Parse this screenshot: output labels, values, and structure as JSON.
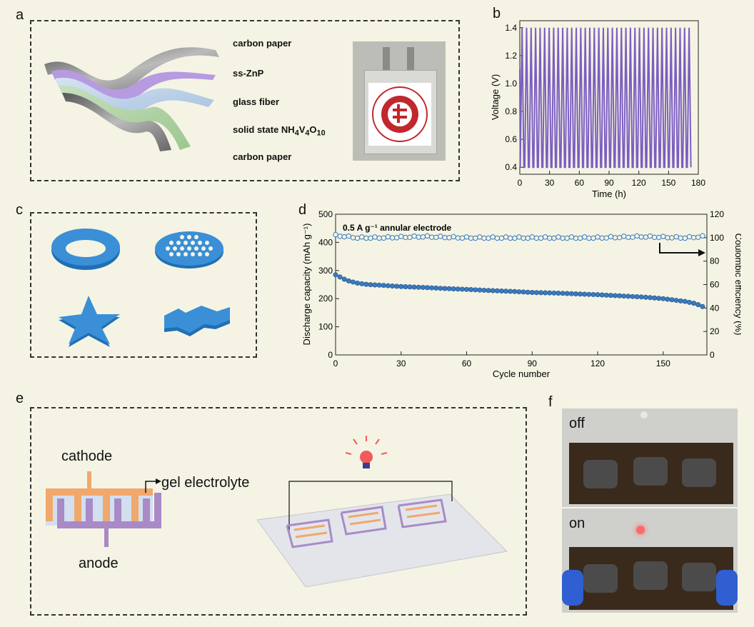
{
  "panels": {
    "a": "a",
    "b": "b",
    "c": "c",
    "d": "d",
    "e": "e",
    "f": "f"
  },
  "panel_a": {
    "layers": [
      "carbon paper",
      "ss-ZnP",
      "glass fiber",
      "solid state NH4V4O10",
      "carbon paper"
    ],
    "solid_state_prefix": "solid state NH",
    "solid_state_sub1": "4",
    "solid_state_mid": "V",
    "solid_state_sub2": "4",
    "solid_state_mid2": "O",
    "solid_state_sub3": "10"
  },
  "panel_e": {
    "cathode_label": "cathode",
    "anode_label": "anode",
    "electrolyte_label": "gel electrolyte"
  },
  "panel_f": {
    "off_label": "off",
    "on_label": "on"
  },
  "chart_data": [
    {
      "type": "line",
      "panel": "b",
      "xlabel": "Time (h)",
      "ylabel": "Voltage (V)",
      "xlim": [
        0,
        180
      ],
      "ylim": [
        0.35,
        1.45
      ],
      "xticks": [
        0,
        30,
        60,
        90,
        120,
        150,
        180
      ],
      "yticks": [
        0.4,
        0.6,
        0.8,
        1.0,
        1.2,
        1.4
      ],
      "cycles": 38,
      "v_min": 0.4,
      "v_max": 1.4,
      "t_end": 173,
      "color": "#7b5ec1"
    },
    {
      "type": "scatter",
      "panel": "d",
      "xlabel": "Cycle number",
      "ylabel": "Discharge capacity (mAh g⁻¹)",
      "ylabel2": "Coulombic efficiency (%)",
      "xlim": [
        0,
        170
      ],
      "ylim": [
        0,
        500
      ],
      "ylim2": [
        0,
        120
      ],
      "xticks": [
        0,
        30,
        60,
        90,
        120,
        150
      ],
      "yticks": [
        0,
        100,
        200,
        300,
        400,
        500
      ],
      "yticks2": [
        0,
        20,
        40,
        60,
        80,
        100,
        120
      ],
      "annotation": "0.5 A g⁻¹ annular electrode",
      "color": "#3a7bbf",
      "series": [
        {
          "axis": "left",
          "x": [
            0,
            5,
            10,
            15,
            20,
            30,
            40,
            50,
            60,
            70,
            80,
            90,
            100,
            110,
            120,
            130,
            140,
            150,
            160,
            165,
            168
          ],
          "y": [
            285,
            265,
            255,
            250,
            248,
            243,
            240,
            236,
            233,
            229,
            226,
            222,
            220,
            217,
            214,
            210,
            206,
            200,
            190,
            182,
            172
          ]
        },
        {
          "axis": "right",
          "x": [
            0,
            10,
            20,
            40,
            60,
            80,
            100,
            120,
            140,
            160,
            168
          ],
          "y": [
            102,
            100,
            100,
            101,
            100,
            100,
            100,
            100,
            101,
            100,
            101
          ]
        }
      ]
    }
  ]
}
